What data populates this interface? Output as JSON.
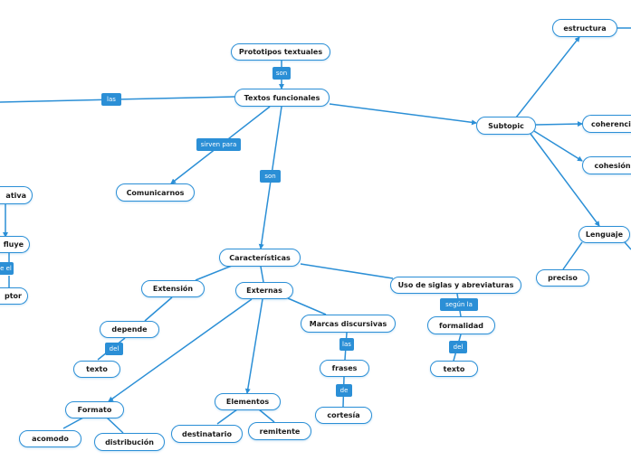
{
  "nodes": {
    "prototipos": "Prototipos textuales",
    "textos_funcionales": "Textos funcionales",
    "comunicarnos": "Comunicarnos",
    "caracteristicas": "Características",
    "extension": "Extensión",
    "externas": "Externas",
    "uso_siglas": "Uso de siglas y abreviaturas",
    "depende": "depende",
    "texto_left": "texto",
    "marcas": "Marcas discursivas",
    "frases": "frases",
    "cortesia": "cortesía",
    "formalidad": "formalidad",
    "texto_right": "texto",
    "formato": "Formato",
    "acomodo": "acomodo",
    "distribucion": "distribución",
    "elementos": "Elementos",
    "destinatario": "destinatario",
    "remitente": "remitente",
    "subtopic": "Subtopic",
    "estructura": "estructura",
    "coherencia": "coherencia",
    "cohesion": "cohesión",
    "lenguaje": "Lenguaje",
    "preciso": "preciso",
    "left_top": "ativa",
    "left_influye": "fluye",
    "left_ptor": "ptor"
  },
  "links": {
    "son_top": "son",
    "las": "las",
    "sirven_para": "sirven para",
    "son_mid": "son",
    "del_left": "del",
    "las_frases": "las",
    "de": "de",
    "segun_la": "según la",
    "del_right": "del",
    "left_el": "e el"
  },
  "colors": {
    "accent": "#2b8fd6",
    "node_fill": "#ffffff",
    "link_fill": "#2b8fd6"
  }
}
